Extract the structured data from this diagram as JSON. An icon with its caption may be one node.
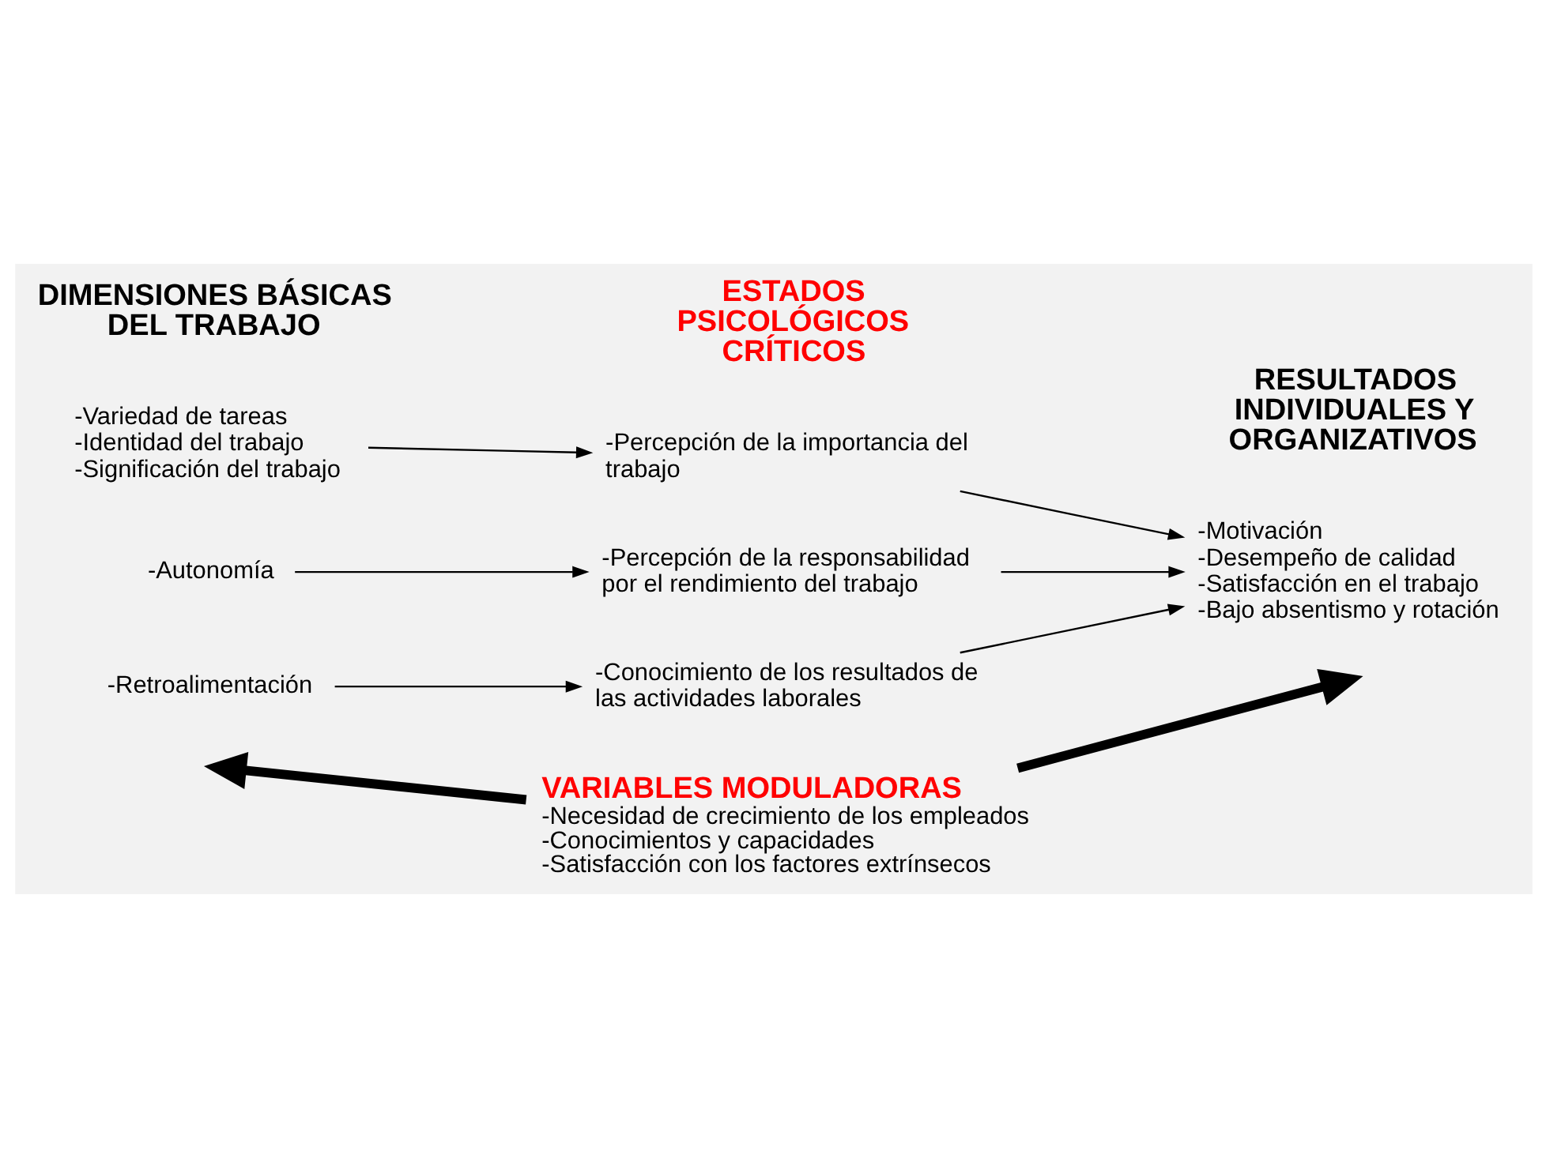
{
  "diagram": {
    "nodes": [
      {
        "text": [
          "-Variedad de tareas",
          "-Identidad del trabajo",
          "-Significación del trabajo"
        ]
      },
      {
        "text": [
          "-Autonomía"
        ]
      },
      {
        "text": [
          "-Retroalimentación"
        ]
      },
      {
        "text": [
          "-Percepción de la importancia del trabajo"
        ]
      },
      {
        "text": [
          "-Percepción de la responsabilidad por el rendimiento del trabajo"
        ]
      },
      {
        "text": [
          "-Conocimiento de los resultados de las actividades laborales"
        ]
      },
      {
        "text": [
          "-Motivación",
          "-Desempeño de calidad",
          "-Satisfacción en el trabajo",
          "-Bajo absentismo y rotación"
        ]
      },
      {
        "text": [
          "VARIABLES MODULADORAS",
          "-Necesidad de crecimiento de los empleados",
          "-Conocimientos y capacidades",
          "-Satisfacción con los factores extrínsecos"
        ]
      }
    ],
    "edges": [
      {
        "from": 0,
        "to": 3,
        "arrow": "to"
      },
      {
        "from": 1,
        "to": 4,
        "arrow": "to"
      },
      {
        "from": 2,
        "to": 5,
        "arrow": "to"
      },
      {
        "from": 3,
        "to": 6,
        "arrow": "to"
      },
      {
        "from": 4,
        "to": 6,
        "arrow": "to"
      },
      {
        "from": 5,
        "to": 6,
        "arrow": "to"
      },
      {
        "from": 7,
        "to": null,
        "arrow": "to",
        "style": "thick"
      },
      {
        "from": 7,
        "to": null,
        "arrow": "to",
        "style": "thick"
      }
    ],
    "labels": [
      "DIMENSIONES BÁSICAS DEL TRABAJO",
      "ESTADOS PSICOLÓGICOS CRÍTICOS",
      "RESULTADOS INDIVIDUALES Y ORGANIZATIVOS"
    ]
  }
}
